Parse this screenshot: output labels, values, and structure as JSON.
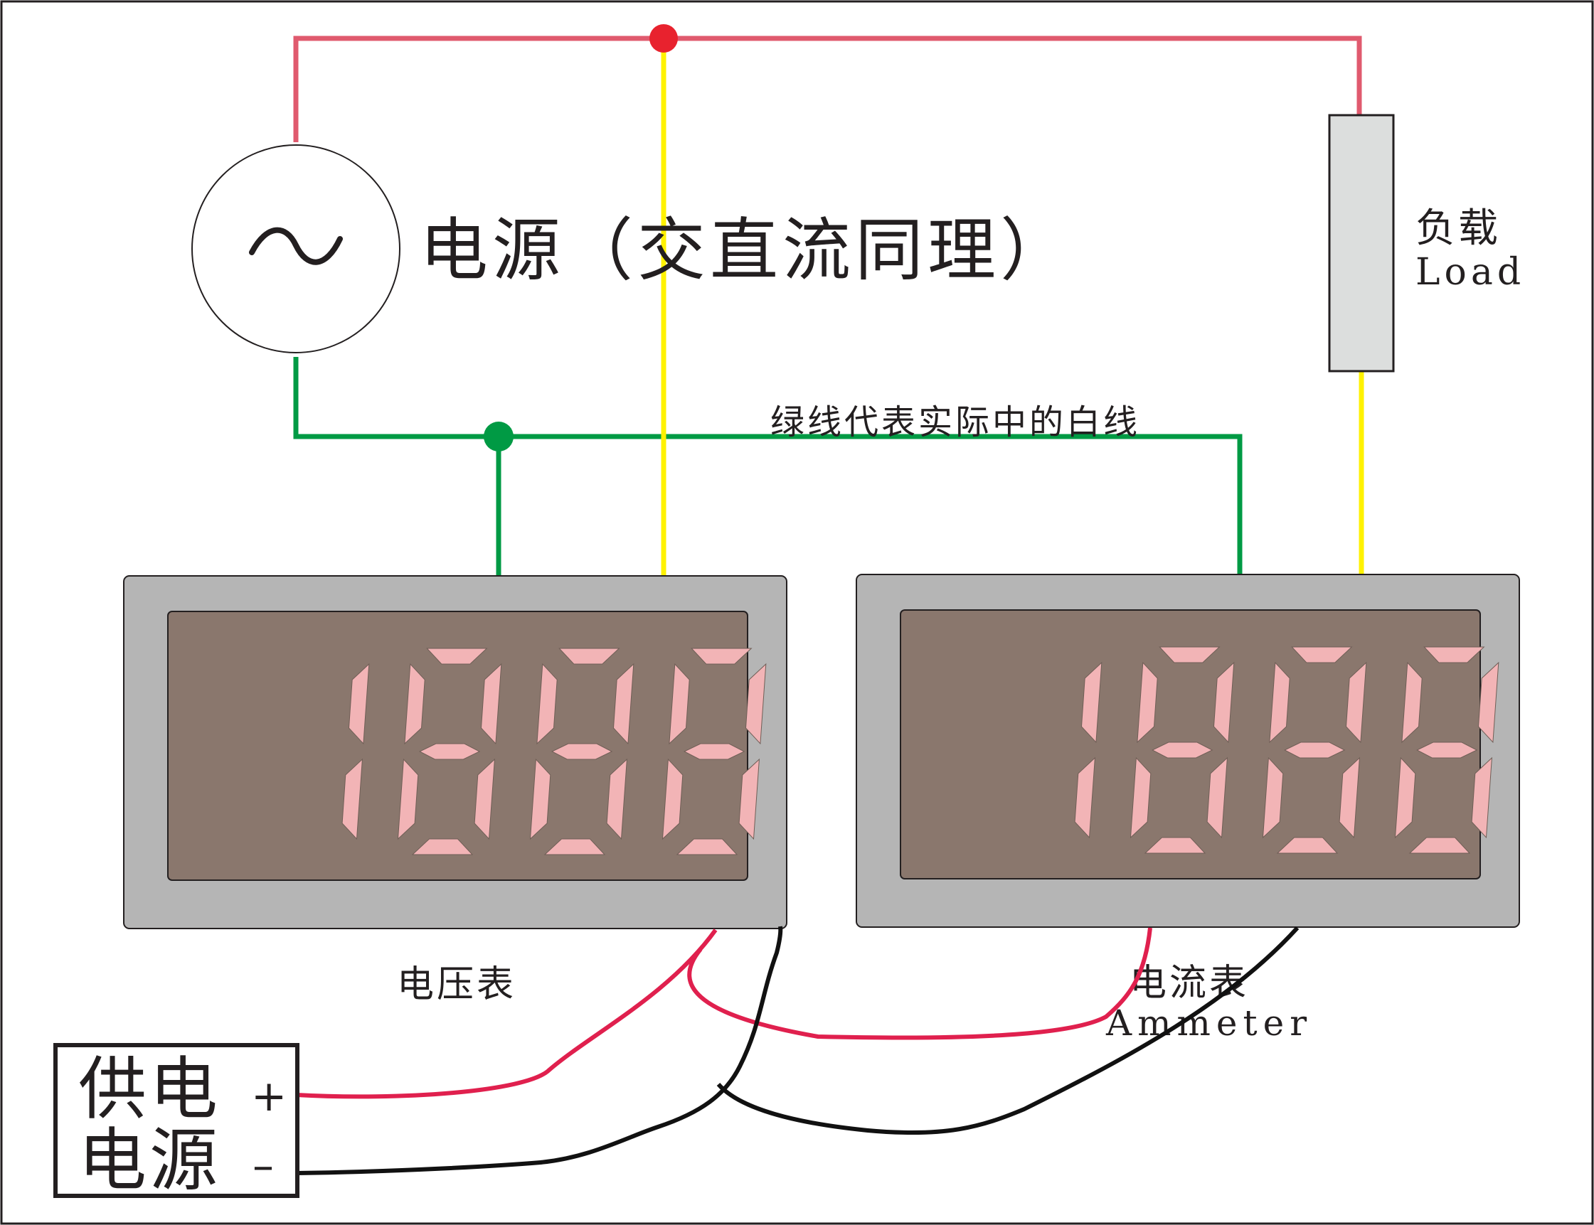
{
  "labels": {
    "power_source": "电源（交直流同理）",
    "load_cn": "负载",
    "load_en": "Load",
    "green_note": "绿线代表实际中的白线",
    "voltmeter": "电压表",
    "ammeter_cn": "电流表",
    "ammeter_en": "Ammeter",
    "supply_line1": "供电",
    "supply_line2": "电源",
    "supply_plus": "+",
    "supply_minus": "–",
    "ac_symbol": "~"
  },
  "displays": {
    "voltmeter_reading": "1888",
    "ammeter_reading": "1888"
  },
  "colors": {
    "red_wire": "#e05a6e",
    "supply_red": "#e0204e",
    "yellow_wire": "#fff200",
    "green_wire": "#009a44",
    "black_wire": "#111111",
    "junction_red": "#e8222e",
    "meter_bezel": "#b5b5b5",
    "meter_screen": "#8a776d",
    "segment": "#f2b4b6",
    "load_fill": "#dcdedd"
  }
}
